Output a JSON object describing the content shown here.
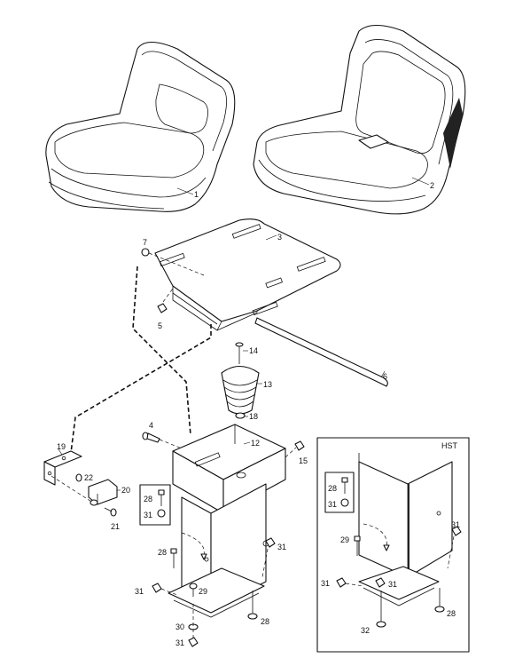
{
  "callouts": {
    "c1": "1",
    "c2": "2",
    "c3": "3",
    "c4": "4",
    "c5": "5",
    "c6": "6",
    "c7": "7",
    "c12": "12",
    "c13": "13",
    "c14": "14",
    "c15": "15",
    "c18": "18",
    "c19": "19",
    "c20": "20",
    "c21": "21",
    "c22": "22",
    "c28a": "28",
    "c31a": "31",
    "c28b": "28",
    "c29a": "29",
    "c31b": "31",
    "c31c": "31",
    "c28c": "28",
    "c30": "30",
    "c31d": "31"
  },
  "hst": {
    "title": "HST",
    "c28": "28",
    "c31a": "31",
    "c29": "29",
    "c31b": "31",
    "c31c": "31",
    "c31d": "31",
    "c32": "32",
    "c28b": "28"
  }
}
